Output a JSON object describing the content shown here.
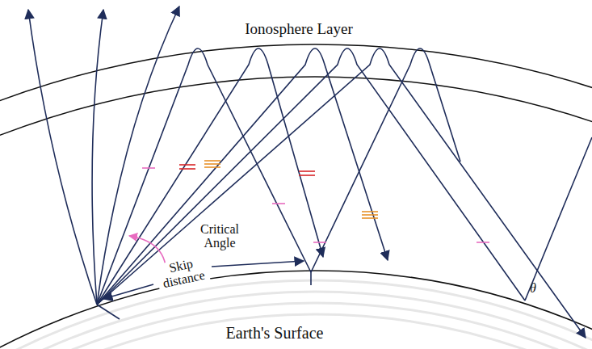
{
  "diagram": {
    "labels": [
      "Ionosphere Layer",
      "Critical Angle",
      "Skip distance",
      "Earth's Surface",
      "θ"
    ]
  }
}
